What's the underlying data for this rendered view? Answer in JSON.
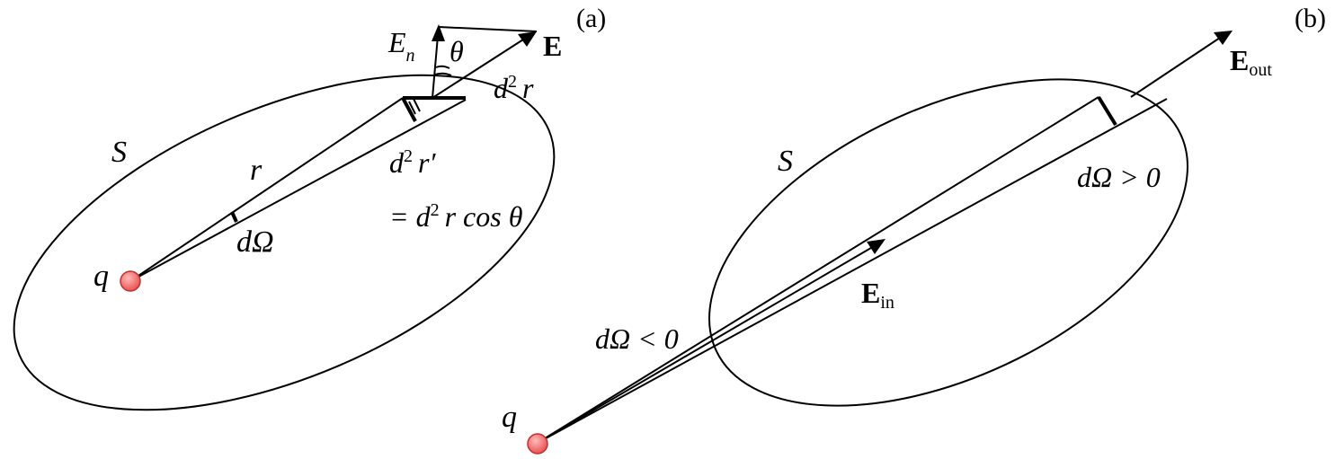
{
  "panel_a": {
    "panel_label": "(a)",
    "surface_label": "S",
    "charge_label": "q",
    "radius_label": "r",
    "solid_angle_label": "dΩ",
    "field_label": "E",
    "normal_component_label": "E",
    "normal_component_subscript": "n",
    "angle_label": "θ",
    "area_label_base": "d",
    "area_label_exp": "2",
    "area_label_var": "r",
    "projected_area_base": "d",
    "projected_area_exp": "2",
    "projected_area_var": "r′",
    "projected_area_eq_prefix": "= d",
    "projected_area_eq_exp": "2",
    "projected_area_eq_suffix": "r cos θ"
  },
  "panel_b": {
    "panel_label": "(b)",
    "surface_label": "S",
    "charge_label": "q",
    "field_out_label": "E",
    "field_out_subscript": "out",
    "field_in_label": "E",
    "field_in_subscript": "in",
    "positive_angle_label": "dΩ > 0",
    "negative_angle_label": "dΩ < 0"
  },
  "colors": {
    "charge_fill": "#f07070",
    "charge_stroke": "#c03030",
    "line": "#000000"
  }
}
